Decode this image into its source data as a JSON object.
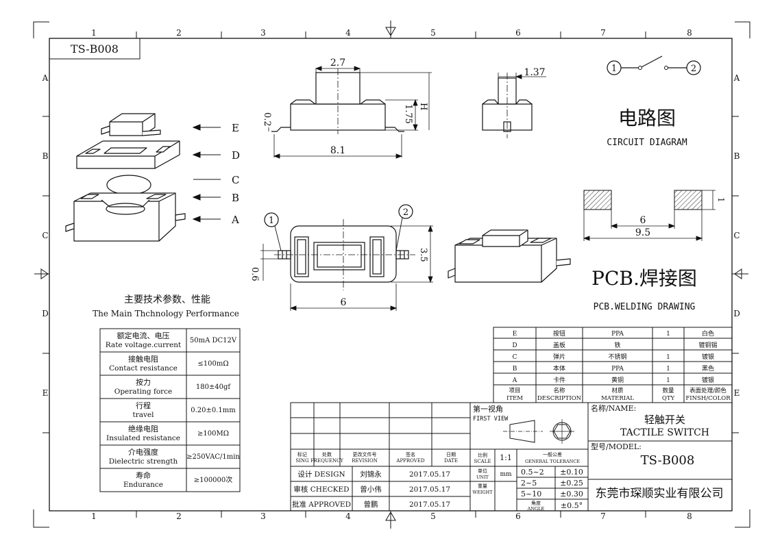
{
  "drawing": {
    "part_no": "TS-B008",
    "col_labels": [
      "1",
      "2",
      "3",
      "4",
      "5",
      "6",
      "7",
      "8"
    ],
    "row_labels": [
      "A",
      "B",
      "C",
      "D",
      "E"
    ]
  },
  "exploded": {
    "labels": [
      "E",
      "D",
      "C",
      "B",
      "A"
    ]
  },
  "side_view": {
    "dim_top": "2.7",
    "dim_left": "0.2",
    "dim_right": "1.75",
    "dim_h": "H",
    "dim_bottom": "8.1"
  },
  "end_view": {
    "dim_top": "1.37"
  },
  "top_view": {
    "pin1": "1",
    "pin2": "2",
    "dim_right": "3.5",
    "dim_left": "0.6",
    "dim_bottom": "6"
  },
  "circuit": {
    "pin1": "1",
    "pin2": "2",
    "title_cn": "电路图",
    "title_en": "CIRCUIT DIAGRAM"
  },
  "pcb": {
    "dim_pad": "1",
    "dim_inner": "6",
    "dim_outer": "9.5",
    "title_cn": "PCB.焊接图",
    "title_en": "PCB.WELDING DRAWING"
  },
  "performance": {
    "title_cn": "主要技术参数、性能",
    "title_en": "The Main Thchnology Performance",
    "rows": [
      {
        "cn": "额定电流、电压",
        "en": "Rate voltage.current",
        "value": "50mA DC12V"
      },
      {
        "cn": "接触电阻",
        "en": "Contact resistance",
        "value": "≤100mΩ"
      },
      {
        "cn": "按力",
        "en": "Operating force",
        "value": "180±40gf"
      },
      {
        "cn": "行程",
        "en": "travel",
        "value": "0.20±0.1mm"
      },
      {
        "cn": "绝缘电阻",
        "en": "Insulated resistance",
        "value": "≥100MΩ"
      },
      {
        "cn": "介电强度",
        "en": "Dielectric strength",
        "value": "≥250VAC/1min"
      },
      {
        "cn": "寿命",
        "en": "Endurance",
        "value": "≥100000次"
      }
    ]
  },
  "bom": {
    "rows": [
      {
        "item": "E",
        "desc": "按钮",
        "material": "PPA",
        "qty": "1",
        "finish": "白色"
      },
      {
        "item": "D",
        "desc": "盖板",
        "material": "铁",
        "qty": "",
        "finish": "镀铜锡"
      },
      {
        "item": "C",
        "desc": "弹片",
        "material": "不锈钢",
        "qty": "1",
        "finish": "镀银"
      },
      {
        "item": "B",
        "desc": "本体",
        "material": "PPA",
        "qty": "1",
        "finish": "黑色"
      },
      {
        "item": "A",
        "desc": "卡件",
        "material": "黄铜",
        "qty": "1",
        "finish": "镀银"
      }
    ],
    "header": {
      "item_cn": "项目",
      "item_en": "ITEM",
      "desc_cn": "名称",
      "desc_en": "DESCRIPTION",
      "mat_cn": "材质",
      "mat_en": "MATERIAL",
      "qty_cn": "数量",
      "qty_en": "QTY",
      "fin_cn": "表面处理/颜色",
      "fin_en": "FINSH/COLOR"
    }
  },
  "title_block": {
    "rev_headers": [
      {
        "cn": "标记",
        "en": "SING"
      },
      {
        "cn": "处数",
        "en": "FREQUENCY"
      },
      {
        "cn": "更改文件号",
        "en": "REVISION"
      },
      {
        "cn": "签名",
        "en": "APPROVED"
      },
      {
        "cn": "日期",
        "en": "DATE"
      }
    ],
    "people": [
      {
        "role": "设计 DESIGN",
        "name": "刘锦永",
        "date": "2017.05.17"
      },
      {
        "role": "审核 CHECKED",
        "name": "曾小伟",
        "date": "2017.05.17"
      },
      {
        "role": "批准 APPROVED",
        "name": "曾鹏",
        "date": "2017.05.17"
      }
    ],
    "first_view_cn": "第一视角",
    "first_view_en": "FIRST VIEW",
    "scale_cn": "比例",
    "scale_en": "SCALE",
    "scale_value": "1:1",
    "unit_cn": "单位",
    "unit_en": "UNIT",
    "unit_value": "mm",
    "weight_cn": "重量",
    "weight_en": "WEIGHT",
    "angle_cn": "角度",
    "angle_en": "ANGLE",
    "tol_cn": "一般公差",
    "tol_en": "GENERAL TOLERANCE",
    "tolerances": [
      {
        "range": "0.5~2",
        "value": "±0.10"
      },
      {
        "range": "2~5",
        "value": "±0.25"
      },
      {
        "range": "5~10",
        "value": "±0.30"
      }
    ],
    "angle_value": "±0.5°",
    "name_label": "名称/NAME:",
    "name_cn": "轻触开关",
    "name_en": "TACTILE SWITCH",
    "model_label": "型号/MODEL:",
    "model_value": "TS-B008",
    "company": "东莞市琛顺实业有限公司"
  }
}
